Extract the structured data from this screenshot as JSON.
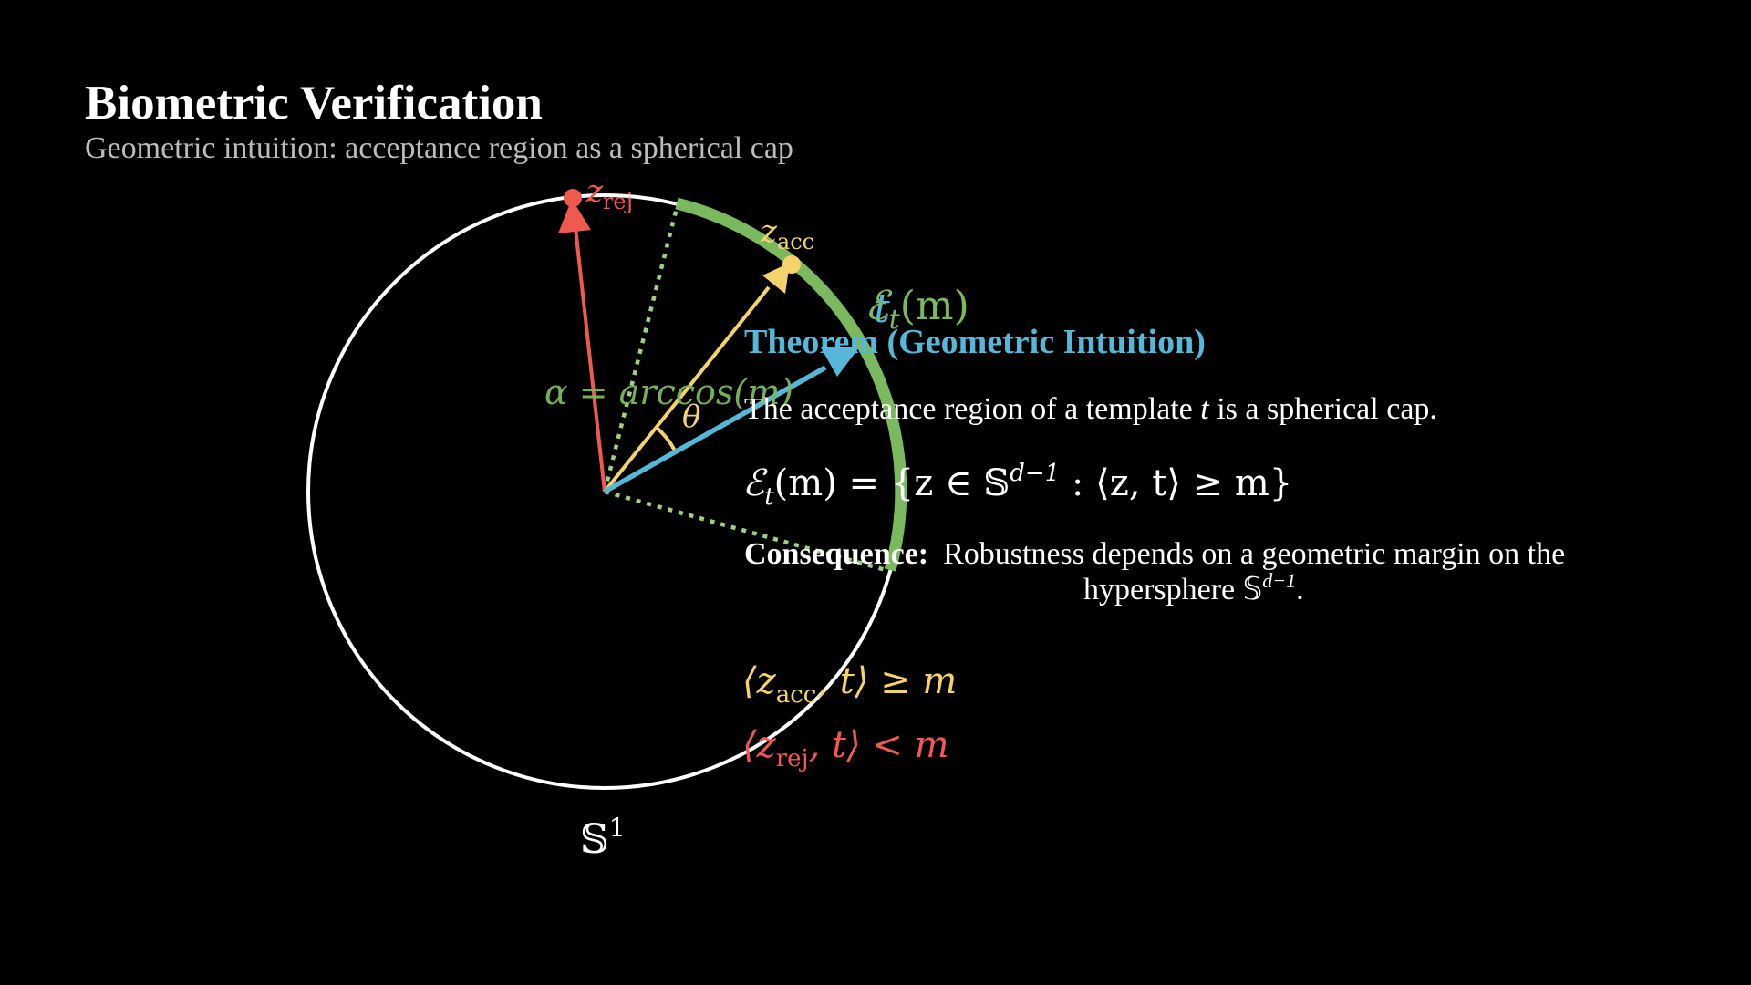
{
  "header": {
    "title": "Biometric Verification",
    "subtitle": "Geometric intuition: acceptance region as a spherical cap"
  },
  "diagram": {
    "sphere_label": "𝕊",
    "sphere_label_sup": "1",
    "template_label": "t",
    "cap_label_main": "ℰ",
    "cap_label_sub": "t",
    "cap_label_arg": "(m)",
    "alpha_label": "α = arccos(m)",
    "theta_label": "θ",
    "z_acc_label_main": "z",
    "z_acc_label_sub": "acc",
    "z_rej_label_main": "z",
    "z_rej_label_sub": "rej",
    "ineq_acc_open": "⟨z",
    "ineq_acc_sub": "acc",
    "ineq_acc_rest": ", t⟩ ≥ m",
    "ineq_rej_open": "⟨z",
    "ineq_rej_sub": "rej",
    "ineq_rej_rest": ", t⟩ < m"
  },
  "theorem": {
    "heading": "Theorem (Geometric Intuition)",
    "statement_pre": "The acceptance region of a template ",
    "statement_var": "t",
    "statement_post": " is a spherical cap.",
    "formula_lhs_main": "ℰ",
    "formula_lhs_sub": "t",
    "formula_lhs_arg": "(m) = {z ∈ 𝕊",
    "formula_sup": "d−1",
    "formula_rest": " : ⟨z, t⟩ ≥ m}",
    "consequence_label": "Consequence:",
    "consequence_line1": "Robustness depends on a geometric margin on the",
    "consequence_line2_pre": "hypersphere 𝕊",
    "consequence_line2_sup": "d−1",
    "consequence_line2_post": "."
  },
  "colors": {
    "background": "#000000",
    "circle": "#ffffff",
    "template": "#56b8d9",
    "accepted": "#f5d36b",
    "rejected": "#ef5a50",
    "cap": "#7ab95e",
    "heading": "#56b8d9",
    "subtitle": "#bcbcbc"
  }
}
